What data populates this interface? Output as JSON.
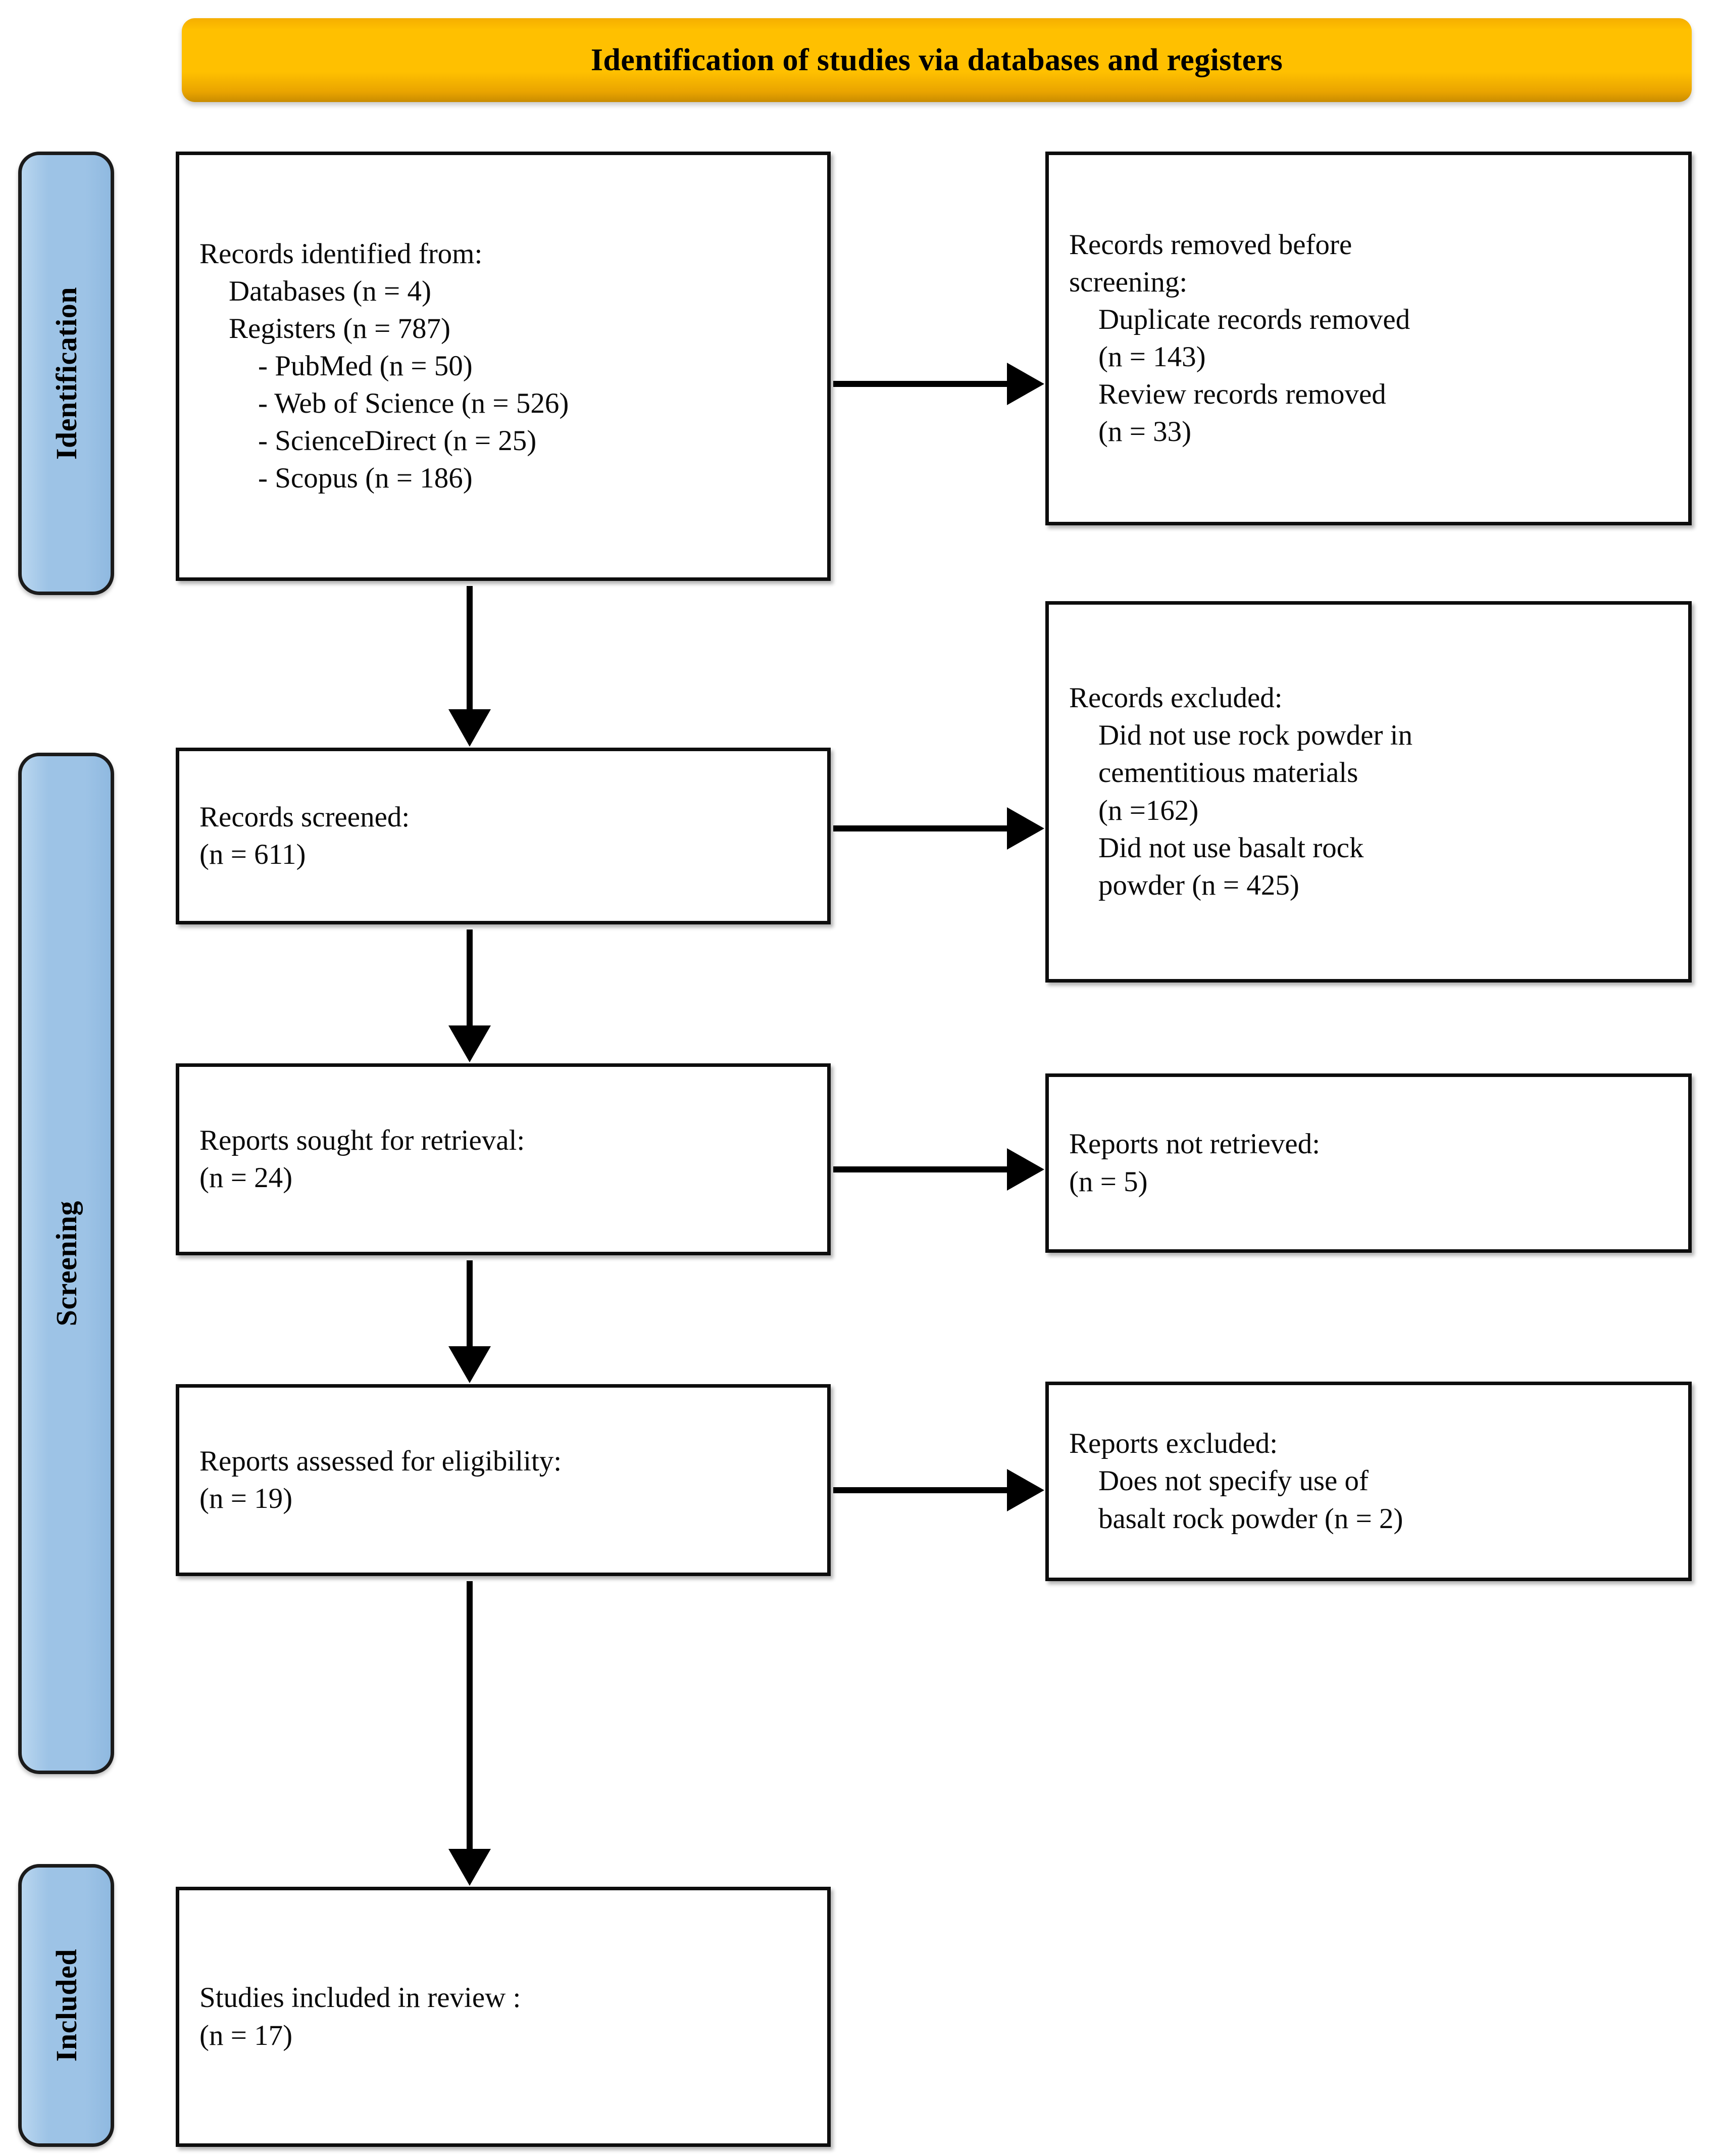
{
  "banner": {
    "title": "Identification of studies via databases and registers",
    "color": "#ffc000"
  },
  "tabs": {
    "color": "#9dc3e6",
    "identification": "Identification",
    "screening": "Screening",
    "included": "Included"
  },
  "boxes": {
    "identified": {
      "lines": [
        "Records identified from:",
        "Databases (n = 4)",
        "Registers (n = 787)",
        "- PubMed (n = 50)",
        "- Web of Science (n = 526)",
        "- ScienceDirect (n = 25)",
        "- Scopus (n = 186)"
      ]
    },
    "removed": {
      "lines": [
        "Records removed before",
        "screening:",
        "Duplicate records removed",
        "(n = 143)",
        "Review records removed",
        "(n = 33)"
      ]
    },
    "screened": {
      "lines": [
        "Records screened:",
        "(n = 611)"
      ]
    },
    "records_excluded": {
      "lines": [
        "Records excluded:",
        "Did not use rock powder in",
        "cementitious materials",
        "(n =162)",
        "Did not use basalt rock",
        "powder (n = 425)"
      ]
    },
    "sought": {
      "lines": [
        "Reports sought for retrieval:",
        "(n = 24)"
      ]
    },
    "not_retrieved": {
      "lines": [
        "Reports not retrieved:",
        "(n = 5)"
      ]
    },
    "assessed": {
      "lines": [
        "Reports assessed for eligibility:",
        "(n = 19)"
      ]
    },
    "reports_excluded": {
      "lines": [
        "Reports excluded:",
        "Does not specify use of",
        "basalt rock powder (n = 2)"
      ]
    },
    "included": {
      "lines": [
        "Studies included in review :",
        "(n = 17)"
      ]
    }
  }
}
